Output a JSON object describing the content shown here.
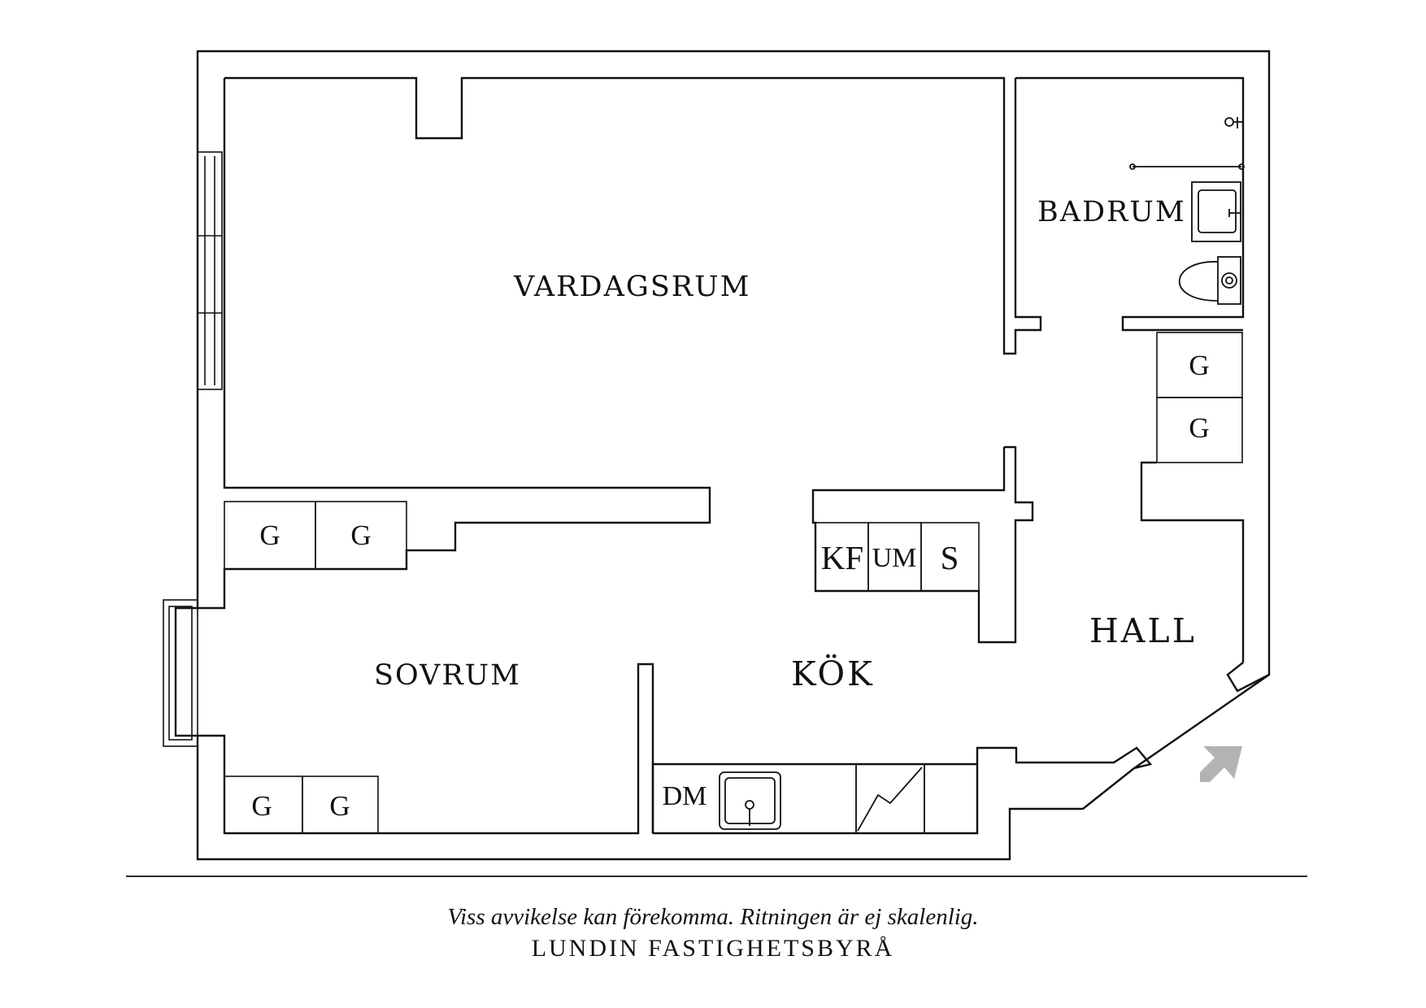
{
  "rooms": {
    "vardagsrum": "VARDAGSRUM",
    "badrum": "BADRUM",
    "sovrum": "SOVRUM",
    "kok": "KÖK",
    "hall": "HALL"
  },
  "closets": {
    "hall_1": "G",
    "hall_2": "G",
    "upper_1": "G",
    "upper_2": "G",
    "lower_1": "G",
    "lower_2": "G"
  },
  "appliances": {
    "fridge_freezer": "KF",
    "microwave": "UM",
    "stove": "S",
    "dishwasher": "DM"
  },
  "footer": {
    "disclaimer": "Viss avvikelse kan förekomma. Ritningen är ej skalenlig.",
    "agency": "LUNDIN FASTIGHETSBYRÅ"
  },
  "colors": {
    "lines": "#111111",
    "entrance_arrow": "#b3b3b3",
    "background": "#ffffff"
  },
  "icons": [
    "entrance-arrow-icon",
    "sink-icon",
    "washbasin-icon",
    "toilet-icon",
    "shower-icon",
    "stairs-icon"
  ]
}
